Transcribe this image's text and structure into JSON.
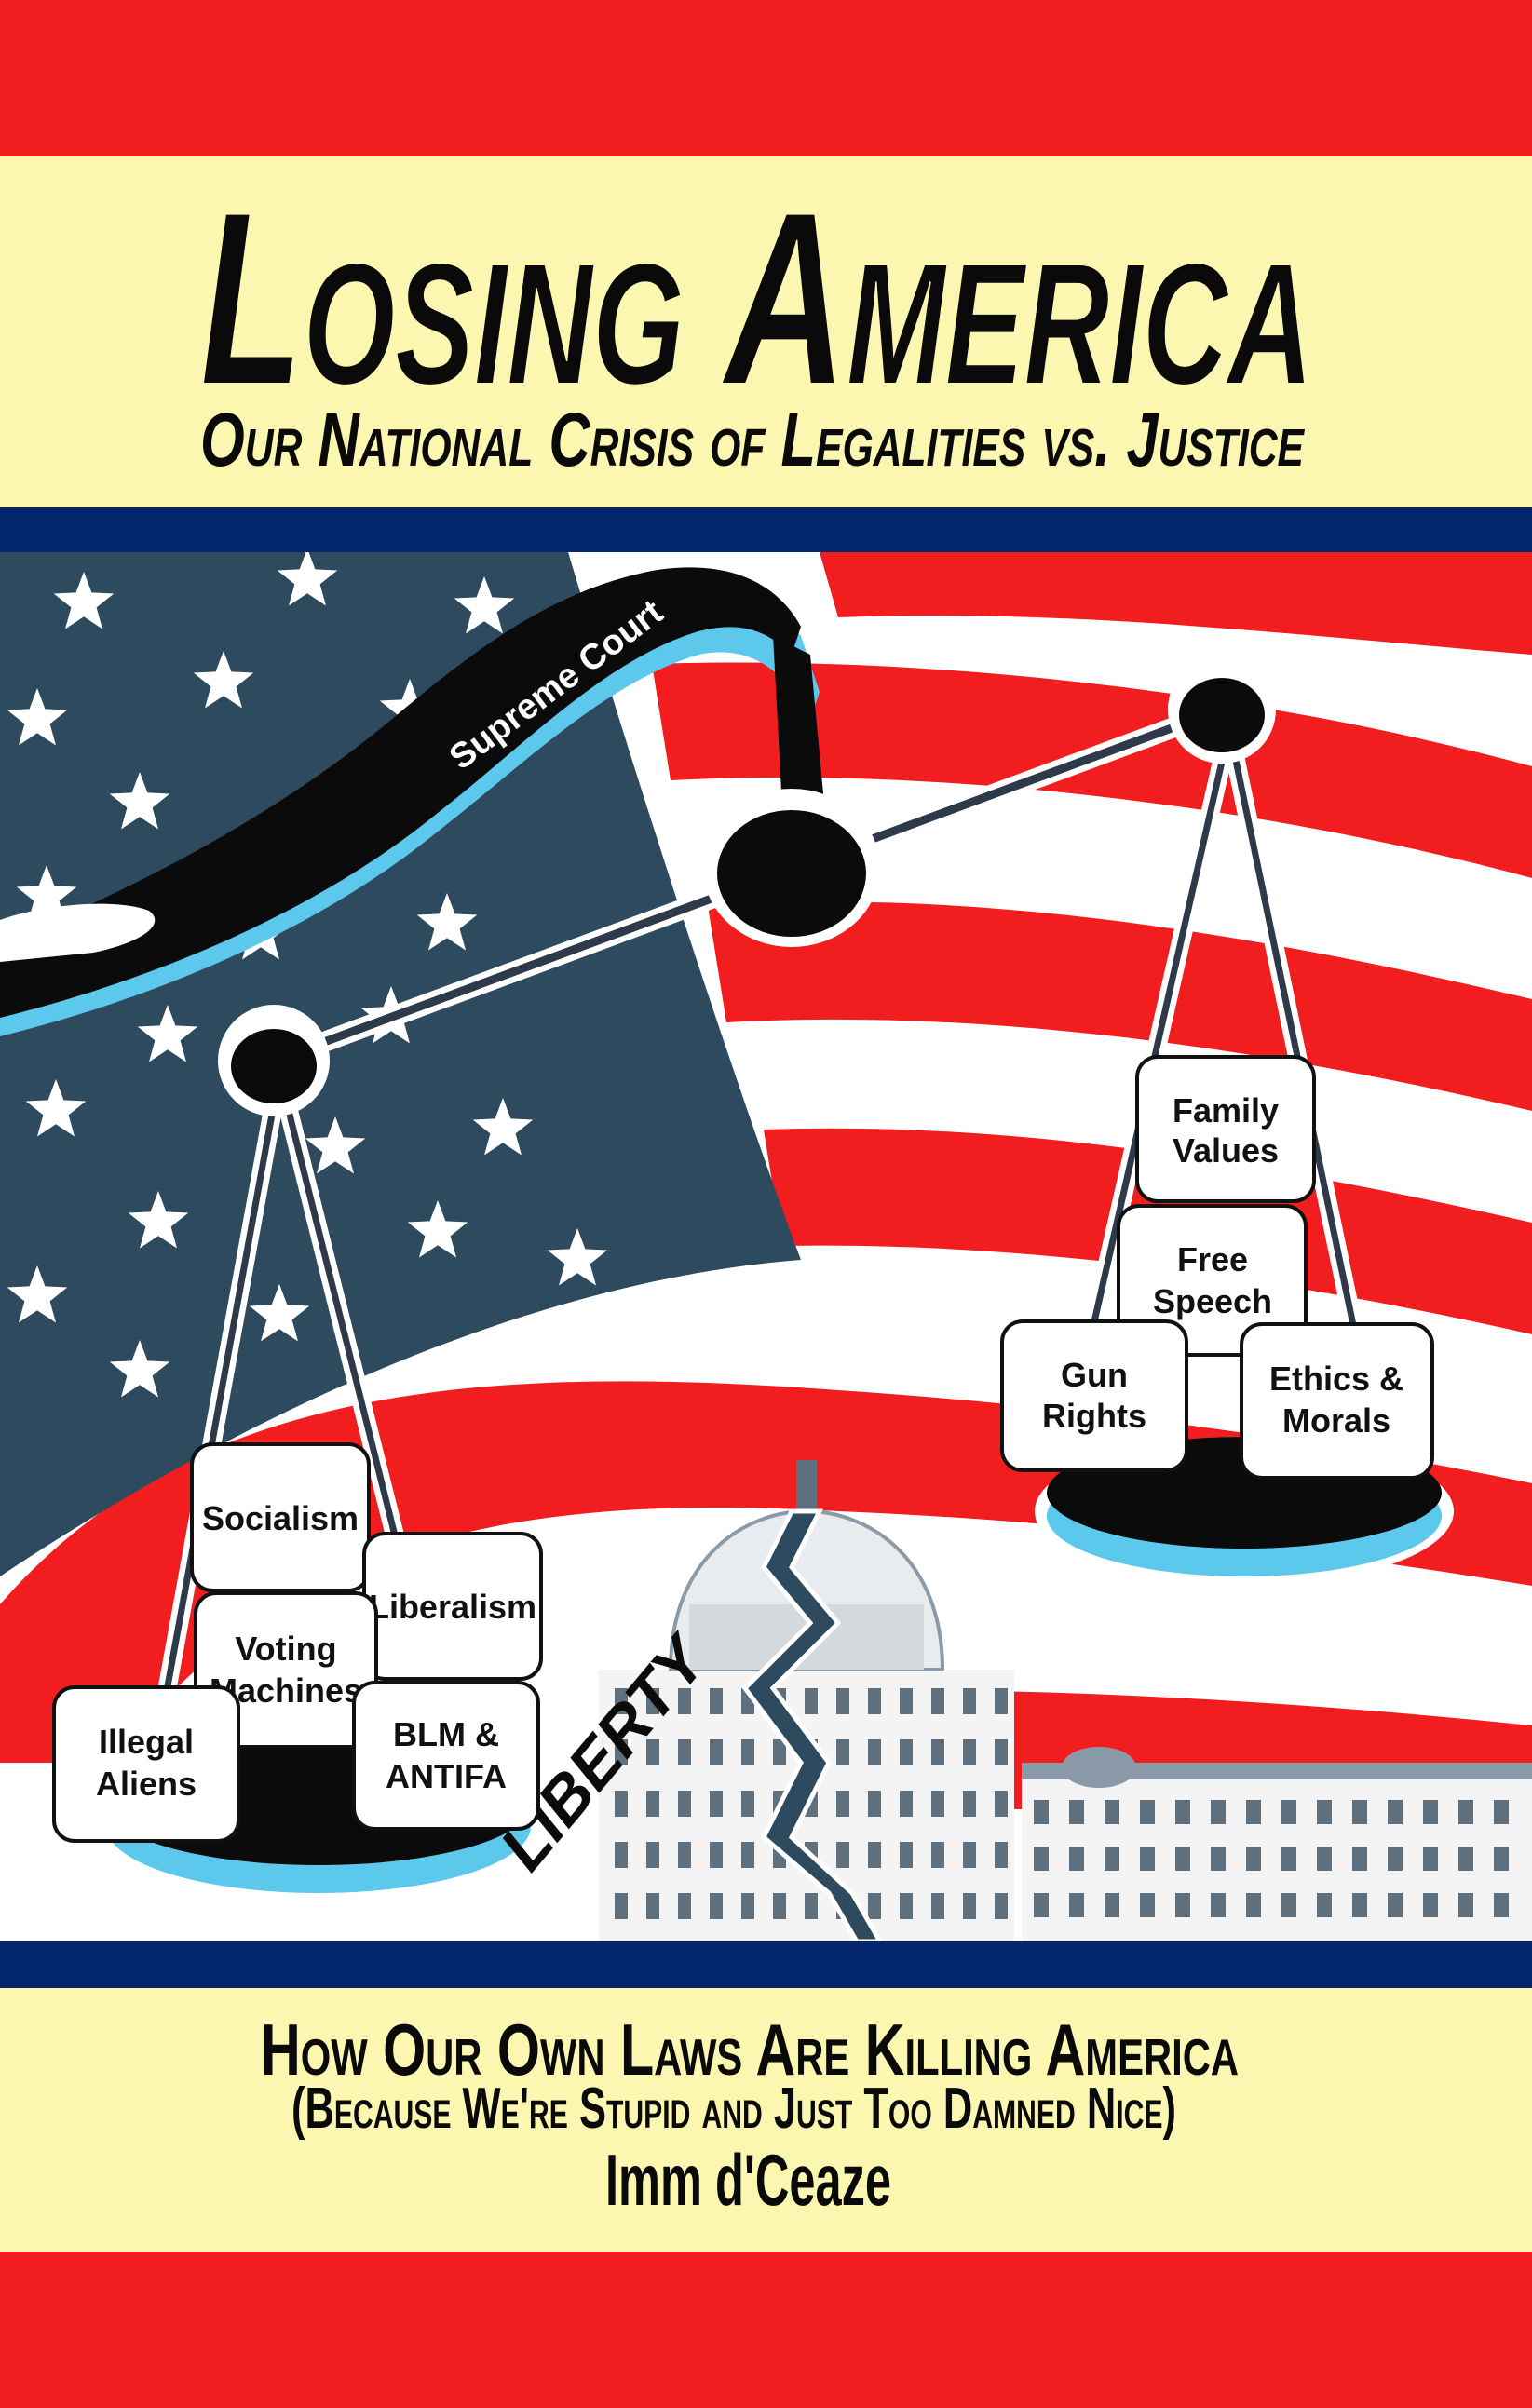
{
  "cover": {
    "title": "Losing America",
    "subtitle": "Our National Crisis of Legalities vs. Justice",
    "tagline": "How Our Own Laws Are Killing America",
    "tagline_sub": "(Because We're Stupid and Just Too Damned Nice)",
    "author": "Imm d'Ceaze"
  },
  "artwork": {
    "arm_label": "Supreme Court",
    "liberty_label": "LIBERTY",
    "right_pan_boxes": [
      {
        "line1": "Family",
        "line2": "Values"
      },
      {
        "line1": "Free",
        "line2": "Speech"
      },
      {
        "line1": "Gun",
        "line2": "Rights"
      },
      {
        "line1": "Ethics &",
        "line2": "Morals"
      }
    ],
    "left_pan_boxes": [
      {
        "line1": "Socialism"
      },
      {
        "line1": "Liberalism"
      },
      {
        "line1": "Voting",
        "line2": "Machines"
      },
      {
        "line1": "BLM &",
        "line2": "ANTIFA"
      },
      {
        "line1": "Illegal",
        "line2": "Aliens"
      }
    ]
  },
  "colors": {
    "red": "#f21d1f",
    "cream": "#fbf6b0",
    "navy": "#03266f",
    "canton": "#2e4a5e",
    "pan_blue": "#5bc8ec"
  }
}
